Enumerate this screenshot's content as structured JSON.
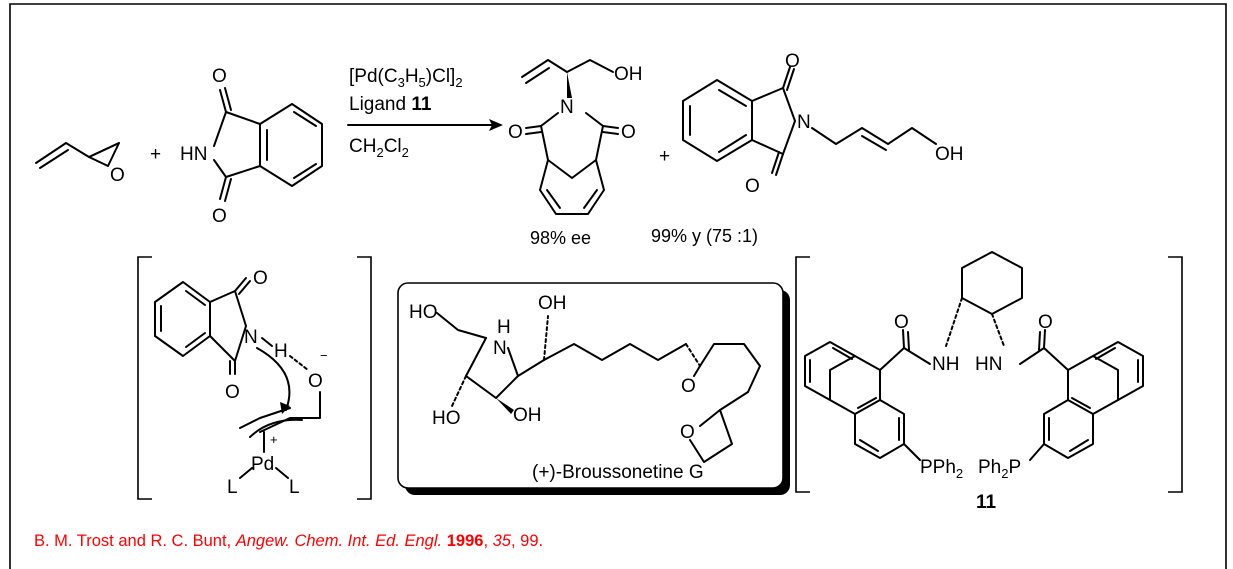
{
  "reaction": {
    "catalyst": [
      "[Pd(C",
      "3",
      "H",
      "5",
      ")Cl]",
      "2"
    ],
    "ligand_word": "Ligand",
    "ligand_number": "11",
    "solvent": [
      "CH",
      "2",
      "Cl",
      "2"
    ],
    "plus": "+",
    "ee": "98% ee",
    "yield": "99% y (75 :1)"
  },
  "atoms": {
    "O": "O",
    "N": "N",
    "HN": "HN",
    "NH": "NH",
    "H": "H",
    "OH": "OH",
    "HO": "HO",
    "Pd": "Pd",
    "L": "L",
    "charge_plus": "+",
    "charge_minus": "−",
    "PPh": "PPh",
    "Ph": "Ph",
    "P": "P",
    "sub2": "2"
  },
  "natural_product": {
    "name": "(+)-Broussonetine G"
  },
  "ligand_label": "11",
  "reference": {
    "authors": "B. M. Trost and R. C. Bunt, ",
    "journal": "Angew. Chem. Int. Ed. Engl.",
    "year": "1996",
    "volume": "35",
    "pages": "99."
  },
  "colors": {
    "reference_text": "#ff0000",
    "frame": "#000000",
    "box_shadow": "#000000"
  }
}
